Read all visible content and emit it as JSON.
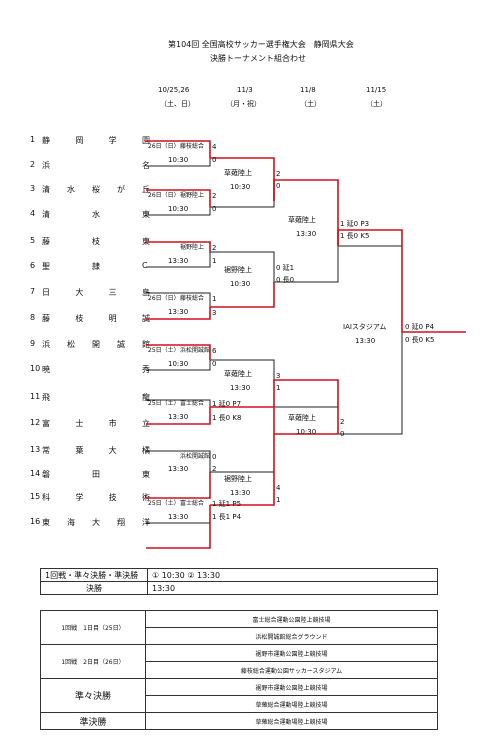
{
  "header": {
    "title": "第104回 全国高校サッカー選手権大会　静岡県大会",
    "subtitle": "決勝トーナメント組合わせ",
    "dates": [
      {
        "date": "10/25,26",
        "day": "（土、日）"
      },
      {
        "date": "11/3",
        "day": "（月・祝）"
      },
      {
        "date": "11/8",
        "day": "（土）"
      },
      {
        "date": "11/15",
        "day": "（土）"
      }
    ]
  },
  "teams": [
    {
      "num": "1",
      "chars": [
        "静",
        "岡",
        "学",
        "園"
      ]
    },
    {
      "num": "2",
      "chars": [
        "浜",
        "",
        "",
        "名"
      ]
    },
    {
      "num": "3",
      "chars": [
        "清",
        "水",
        "桜",
        "が",
        "丘"
      ]
    },
    {
      "num": "4",
      "chars": [
        "清",
        "",
        "水",
        "",
        "東"
      ]
    },
    {
      "num": "5",
      "chars": [
        "藤",
        "",
        "枝",
        "",
        "東"
      ]
    },
    {
      "num": "6",
      "chars": [
        "聖",
        "",
        "隷",
        "",
        "C"
      ]
    },
    {
      "num": "7",
      "chars": [
        "日",
        "大",
        "三",
        "島"
      ]
    },
    {
      "num": "8",
      "chars": [
        "藤",
        "枝",
        "明",
        "誠"
      ]
    },
    {
      "num": "9",
      "chars": [
        "浜",
        "松",
        "開",
        "誠",
        "館"
      ]
    },
    {
      "num": "10",
      "chars": [
        "暁",
        "",
        "",
        "秀"
      ]
    },
    {
      "num": "11",
      "chars": [
        "飛",
        "",
        "",
        "龍"
      ]
    },
    {
      "num": "12",
      "chars": [
        "富",
        "士",
        "市",
        "立"
      ]
    },
    {
      "num": "13",
      "chars": [
        "常",
        "葉",
        "大",
        "橘"
      ]
    },
    {
      "num": "14",
      "chars": [
        "磐",
        "",
        "田",
        "",
        "東"
      ]
    },
    {
      "num": "15",
      "chars": [
        "科",
        "学",
        "技",
        "術"
      ]
    },
    {
      "num": "16",
      "chars": [
        "東",
        "海",
        "大",
        "翔",
        "洋"
      ]
    }
  ],
  "round1": [
    {
      "day": "26日（日）",
      "venue": "藤枝総合",
      "time": "10:30",
      "top": "4",
      "bot": "0"
    },
    {
      "day": "26日（日）",
      "venue": "裾野陸上",
      "time": "10:30",
      "top": "2",
      "bot": "0"
    },
    {
      "day": "",
      "venue": "裾野陸上",
      "time": "13:30",
      "top": "2",
      "bot": "1"
    },
    {
      "day": "26日（日）",
      "venue": "藤枝総合",
      "time": "13:30",
      "top": "1",
      "bot": "3"
    },
    {
      "day": "25日（土）",
      "venue": "浜松開誠館",
      "time": "10:30",
      "top": "6",
      "bot": "0"
    },
    {
      "day": "25日（土）",
      "venue": "富士総合",
      "time": "13:30",
      "top": "1 延0 P7",
      "bot": "1 長0 K8"
    },
    {
      "day": "",
      "venue": "浜松開誠館",
      "time": "13:30",
      "top": "0",
      "bot": "2"
    },
    {
      "day": "25日（土）",
      "venue": "富士総合",
      "time": "13:30",
      "top": "1 延1 P5",
      "bot": "1 長1 P4"
    }
  ],
  "qf": [
    {
      "venue": "草薙陸上",
      "time": "10:30",
      "top": "2",
      "bot": "0"
    },
    {
      "venue": "裾野陸上",
      "time": "10:30",
      "top": "0 延1",
      "bot": "0 長0"
    },
    {
      "venue": "草薙陸上",
      "time": "13:30",
      "top": "3",
      "bot": "1"
    },
    {
      "venue": "裾野陸上",
      "time": "13:30",
      "top": "4",
      "bot": "1"
    }
  ],
  "sf": [
    {
      "venue": "草薙陸上",
      "time": "13:30",
      "top": "1 延0 P3",
      "bot": "1 長0 K5"
    },
    {
      "venue": "草薙陸上",
      "time": "10:30",
      "top": "2",
      "bot": "0"
    }
  ],
  "final": {
    "venue": "IAIスタジアム",
    "time": "13:30",
    "top": "0 延0 P4",
    "bot": "0 長0 K5"
  },
  "schedule": [
    {
      "label": "1回戦・準々決勝・準決勝",
      "value": "① 10:30 ② 13:30"
    },
    {
      "label": "決勝",
      "value": "13:30"
    }
  ],
  "venues": [
    {
      "round": "1回戦　1日目（25日）",
      "places": [
        "富士総合運動公園陸上競技場",
        "浜松開誠館総合グラウンド"
      ]
    },
    {
      "round": "1回戦　2日目（26日）",
      "places": [
        "裾野市運動公園陸上競技場",
        "藤枝総合運動公園サッカースタジアム"
      ]
    },
    {
      "round": "準々決勝",
      "places": [
        "裾野市運動公園陸上競技場",
        "草薙総合運動場陸上競技場"
      ]
    },
    {
      "round": "準決勝",
      "places": [
        "草薙総合運動場陸上競技場"
      ]
    }
  ],
  "colors": {
    "win": "#d0101e",
    "line": "#222222"
  }
}
